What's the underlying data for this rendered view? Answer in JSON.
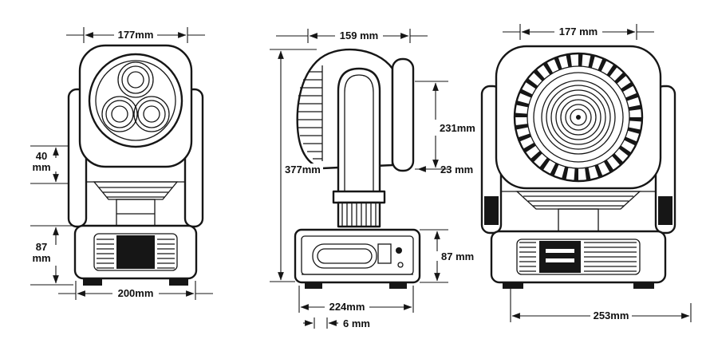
{
  "page": {
    "background": "#ffffff",
    "line_color": "#161616"
  },
  "views": {
    "front": {
      "name": "front-view",
      "head_width": "177mm",
      "yoke_gap_value": "40",
      "yoke_gap_unit": "mm",
      "base_height_value": "87",
      "base_height_unit": "mm",
      "base_width": "200mm"
    },
    "side": {
      "name": "side-view",
      "head_depth": "159 mm",
      "total_height": "377mm",
      "head_height": "231mm",
      "lens_offset": "23 mm",
      "base_height": "87 mm",
      "base_depth": "224mm",
      "foot_height": "6 mm"
    },
    "rear": {
      "name": "lens-front-view",
      "head_width": "177 mm",
      "overall_width": "253mm"
    }
  }
}
